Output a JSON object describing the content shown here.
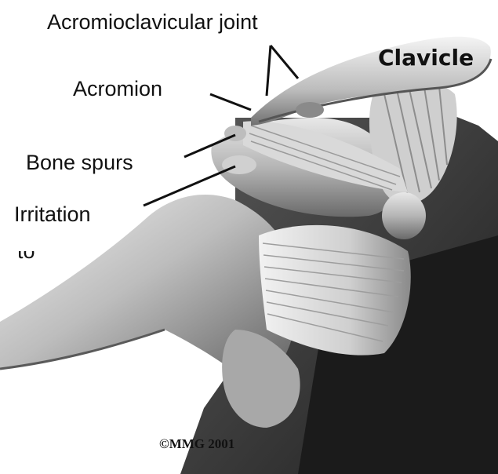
{
  "labels": {
    "acromioclavicular_joint": "Acromioclavicular joint",
    "clavicle": "Clavicle",
    "acromion": "Acromion",
    "bone_spurs": "Bone spurs",
    "irritation": "Irritation",
    "cut_off_text": "to",
    "copyright": "©MMG 2001"
  },
  "colors": {
    "background": "#ffffff",
    "label_text": "#111111",
    "leader_line": "#111111",
    "bone_light": "#d8d8d8",
    "bone_mid": "#9a9a9a",
    "muscle_dark": "#2a2a2a",
    "muscle_mid": "#4a4a4a"
  }
}
